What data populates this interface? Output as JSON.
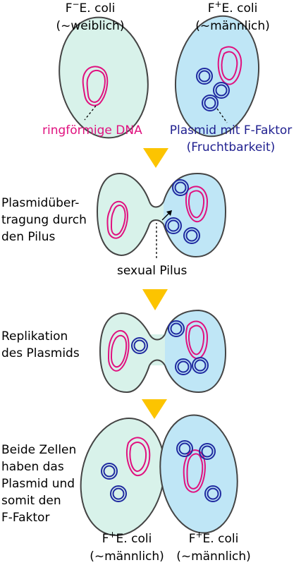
{
  "colors": {
    "female_cell": "#d8f2ea",
    "male_cell": "#bfe6f6",
    "outline": "#444444",
    "chromosome": "#e0117f",
    "plasmid": "#1f2aa0",
    "arrow": "#fcc400"
  },
  "top": {
    "female_label": {
      "sup": "−",
      "line1": "E. coli",
      "line2": "(~weiblich)",
      "prefix": "F"
    },
    "male_label": {
      "sup": "+",
      "line1": "E. coli",
      "line2": "(~männlich)",
      "prefix": "F"
    },
    "chromosome_label": "ringförmige DNA",
    "plasmid_label_1": "Plasmid mit F-Faktor",
    "plasmid_label_2": "(Fruchtbarkeit)"
  },
  "step2": {
    "text": [
      "Plasmidüber-",
      "tragung durch",
      "den Pilus"
    ],
    "pilus_label": "sexual Pilus"
  },
  "step3": {
    "text": [
      "Replikation",
      "des Plasmids"
    ]
  },
  "step4": {
    "text": [
      "Beide Zellen",
      "haben das",
      "Plasmid und",
      "somit den",
      "F-Faktor"
    ]
  },
  "bottom": {
    "left_label": {
      "prefix": "F",
      "sup": "+",
      "line1": "E. coli",
      "line2": "(~männlich)"
    },
    "right_label": {
      "prefix": "F",
      "sup": "+",
      "line1": "E. coli",
      "line2": "(~männlich)"
    }
  }
}
